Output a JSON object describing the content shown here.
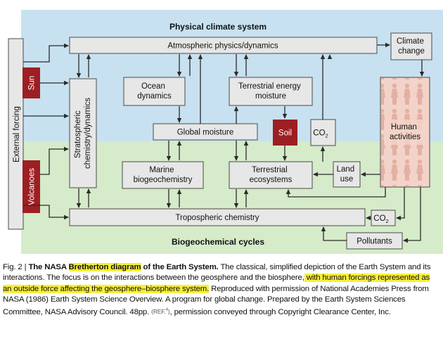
{
  "diagram": {
    "regions": {
      "physical": "Physical climate system",
      "biogeochemical": "Biogeochemical cycles"
    },
    "side_label": "External forcing",
    "nodes": {
      "atmospheric": "Atmospheric physics/dynamics",
      "climate_change": [
        "Climate",
        "change"
      ],
      "sun": "Sun",
      "volcanoes": "Volcanoes",
      "stratospheric": [
        "Stratospheric",
        "chemistry/dynamics"
      ],
      "ocean": [
        "Ocean",
        "dynamics"
      ],
      "terrestrial_energy": [
        "Terrestrial energy",
        "moisture"
      ],
      "global_moisture": "Global moisture",
      "soil": "Soil",
      "co2_upper": "CO",
      "co2_upper_sub": "2",
      "human_activities": [
        "Human",
        "activities"
      ],
      "marine": [
        "Marine",
        "biogeochemistry"
      ],
      "terrestrial_eco": [
        "Terrestrial",
        "ecosystems"
      ],
      "land_use": [
        "Land",
        "use"
      ],
      "tropospheric": "Tropospheric chemistry",
      "co2_lower": "CO",
      "co2_lower_sub": "2",
      "pollutants": "Pollutants"
    },
    "colors": {
      "physical_bg": "#c7e1f1",
      "bio_bg": "#d5ebc9",
      "box_fill": "#e7e7e7",
      "box_stroke": "#4a4a4a",
      "forcing_red": "#9c1f23",
      "human_fill": "#f3d3c9",
      "arrow": "#2b2b2b"
    }
  },
  "caption": {
    "fig": "Fig. 2 | ",
    "title_a": "The NASA ",
    "title_hl": "Bretherton diagram",
    "title_b": " of the Earth System.",
    "text_a": " The classical, simplified depiction of the Earth System and its interactions. The focus is on the interactions between the geosphere and the biosphere,",
    "text_hl": " with human forcings represented as an outside force affecting the geosphere–biosphere system.",
    "text_b": " Reproduced with permission of National Academies Press from NASA (1986) Earth System Science Overview. A program for global change. Prepared by the Earth System Sciences Committee, NASA Advisory Council. 48pp. ",
    "ref": "(REF.",
    "ref_num": "4",
    "ref_close": ")",
    "text_c": ", permission conveyed through Copyright Clearance Center, Inc."
  }
}
